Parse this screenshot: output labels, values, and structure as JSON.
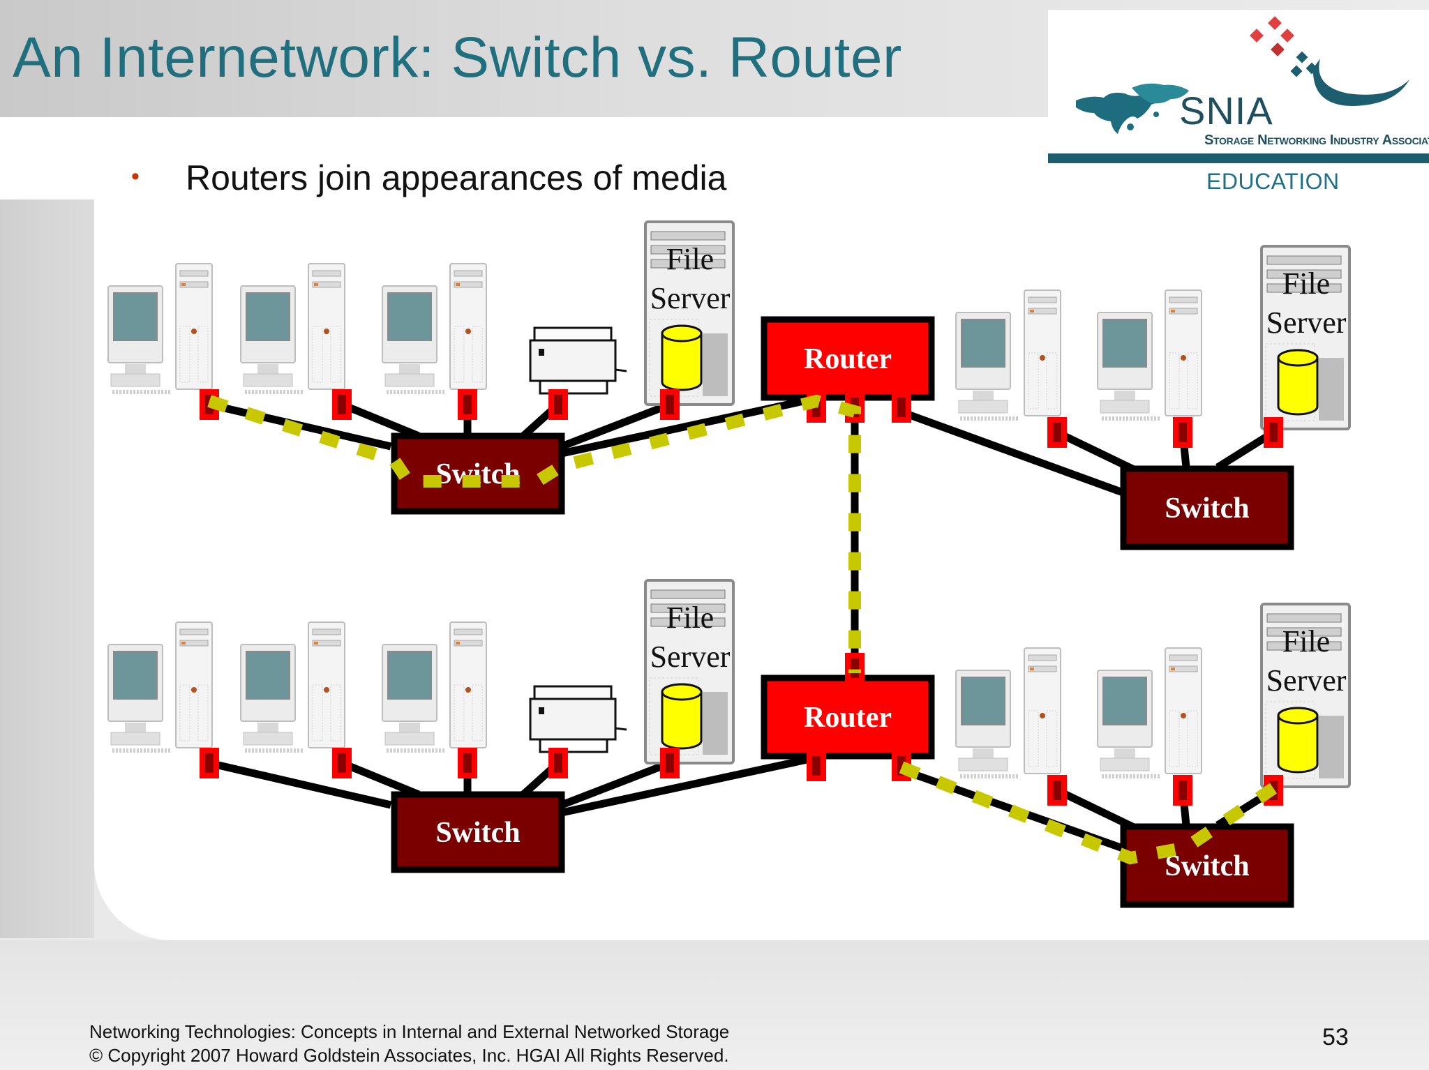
{
  "slide": {
    "title": "An Internetwork: Switch vs. Router",
    "bullet": "Routers join appearances of media",
    "page_number": "53"
  },
  "logo": {
    "name": "SNIA",
    "subtitle": "Storage Networking Industry Association",
    "education": "EDUCATION"
  },
  "diagram": {
    "switch_label": "Switch",
    "router_label": "Router",
    "file_label": "File",
    "server_label": "Server",
    "colors": {
      "switch_fill": "#7a0000",
      "router_fill": "#ff0000",
      "port": "#ff0000",
      "path": "#c8c800",
      "disk": "#ffff00"
    }
  },
  "footer": {
    "line1": "Networking Technologies: Concepts in Internal and External Networked Storage",
    "line2": "© Copyright 2007 Howard Goldstein Associates, Inc. HGAI All Rights Reserved."
  }
}
